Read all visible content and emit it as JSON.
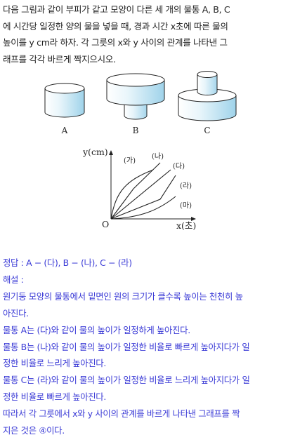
{
  "question": {
    "line1": "다음 그림과 같이 부피가 같고 모양이 다른 세 개의 물통 A, B, C",
    "line2": "에 시간당 일정한 양의 물을 넣을 때, 경과 시간 x초에 따른 물의",
    "line3": "높이를 y cm라 하자. 각 그릇의 x와 y 사이의 관계를 나타낸 그",
    "line4": "래프를 각각 바르게 짝지으시오."
  },
  "containers": {
    "a": "A",
    "b": "B",
    "c": "C"
  },
  "graph": {
    "ylabel": "y(cm)",
    "xlabel": "x(초)",
    "origin": "O",
    "curves": {
      "ga": "(가)",
      "na": "(나)",
      "da": "(다)",
      "ra": "(라)",
      "ma": "(마)"
    }
  },
  "answer": {
    "line1": "정답 : A − (다), B − (나), C − (라)",
    "line2": "해설 :",
    "line3": "원기둥 모양의 물통에서 밑면인 원의 크기가 클수록 높이는 천천히 높",
    "line4": "아진다.",
    "line5": "물통 A는 (다)와 같이 물의 높이가 일정하게 높아진다.",
    "line6": "물통 B는 (나)와 같이 물의 높이가 일정한 비율로 빠르게 높아지다가 일",
    "line7": "정한 비율로 느리게 높아진다.",
    "line8": "물통 C는 (라)와 같이 물의 높이가 일정한 비율로 느리게 높아지다가 일",
    "line9": "정한 비율로 빠르게 높아진다.",
    "line10": "따라서 각 그릇에서 x와 y 사이의 관계를 바르게 나타낸 그래프를 짝",
    "line11": "지은 것은 ④이다."
  }
}
